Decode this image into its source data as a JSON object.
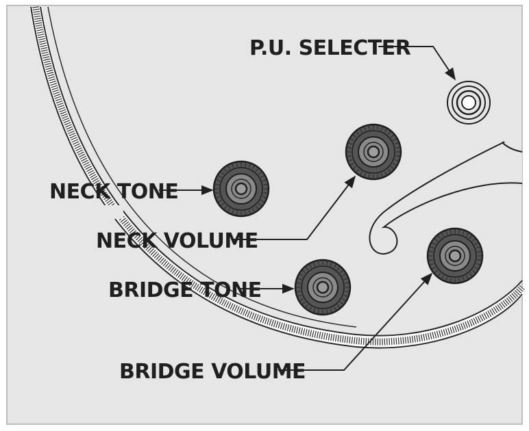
{
  "labels": {
    "pu_selector": "P.U. SELECTER",
    "neck_tone": "NECK TONE",
    "neck_volume": "NECK VOLUME",
    "bridge_tone": "BRIDGE TONE",
    "bridge_volume": "BRIDGE VOLUME"
  },
  "colors": {
    "panel_background": "#e6e6e6",
    "panel_border": "#bdbdbd",
    "knob_outer": "#555555",
    "knob_inner": "#8a8a8a",
    "line": "#1f1f1f",
    "selector_center": "#ffffff"
  }
}
